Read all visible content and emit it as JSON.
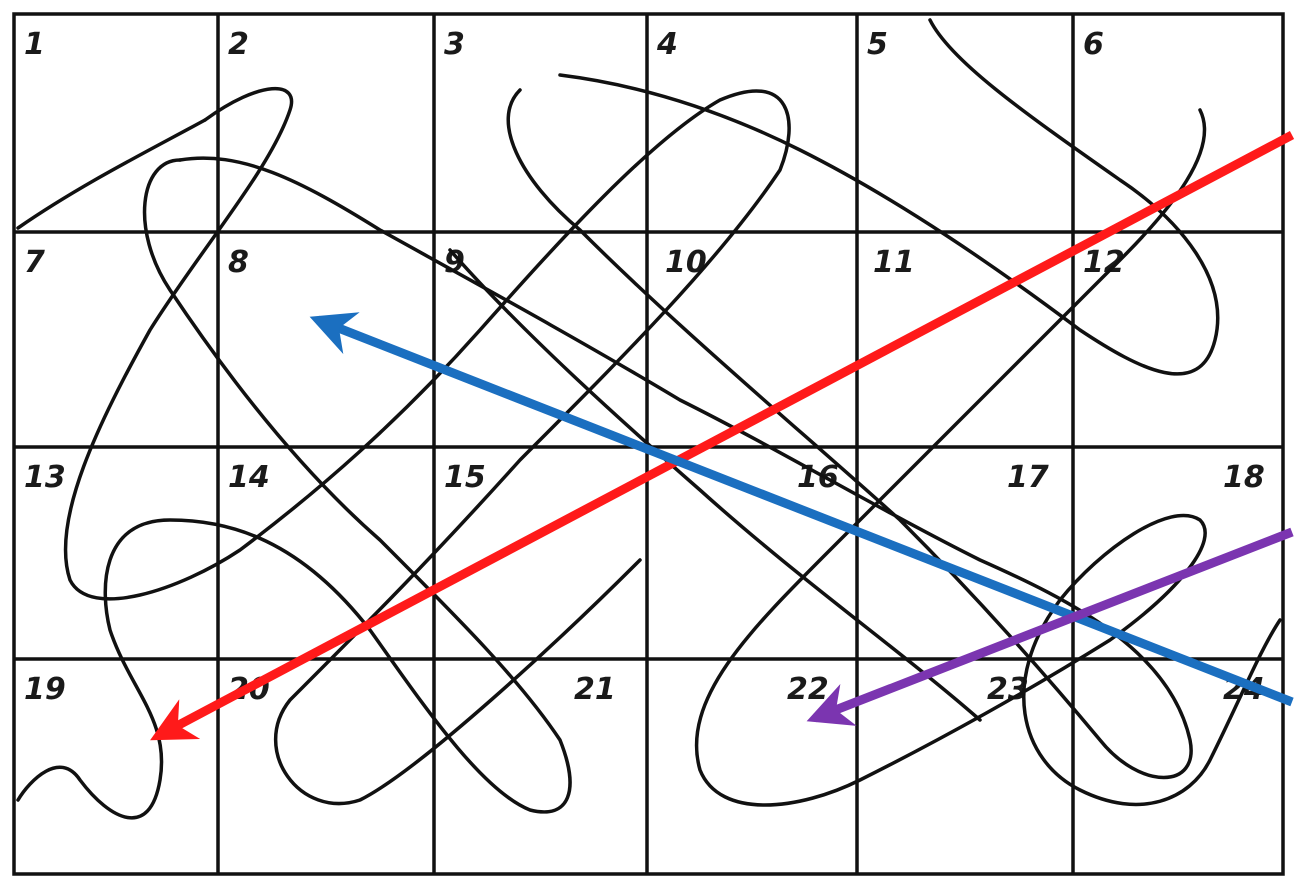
{
  "grid": {
    "rows": 4,
    "cols": 6,
    "cell_numbers": [
      "1",
      "2",
      "3",
      "4",
      "5",
      "6",
      "7",
      "8",
      "9",
      "10",
      "11",
      "12",
      "13",
      "14",
      "15",
      "16",
      "17",
      "18",
      "19",
      "20",
      "21",
      "22",
      "23",
      "24"
    ]
  },
  "colors": {
    "line": "#111111",
    "arrow_red": "#ff1a1a",
    "arrow_blue": "#1b6fc0",
    "arrow_purple": "#7b35b0"
  },
  "arrows": [
    {
      "id": "red-arrow",
      "color": "#ff1a1a",
      "from_cell": "6",
      "to_cell": "19"
    },
    {
      "id": "blue-arrow",
      "color": "#1b6fc0",
      "from_cell": "24",
      "to_cell": "8"
    },
    {
      "id": "purple-arrow",
      "color": "#7b35b0",
      "from_cell": "18",
      "to_cell": "22"
    }
  ]
}
